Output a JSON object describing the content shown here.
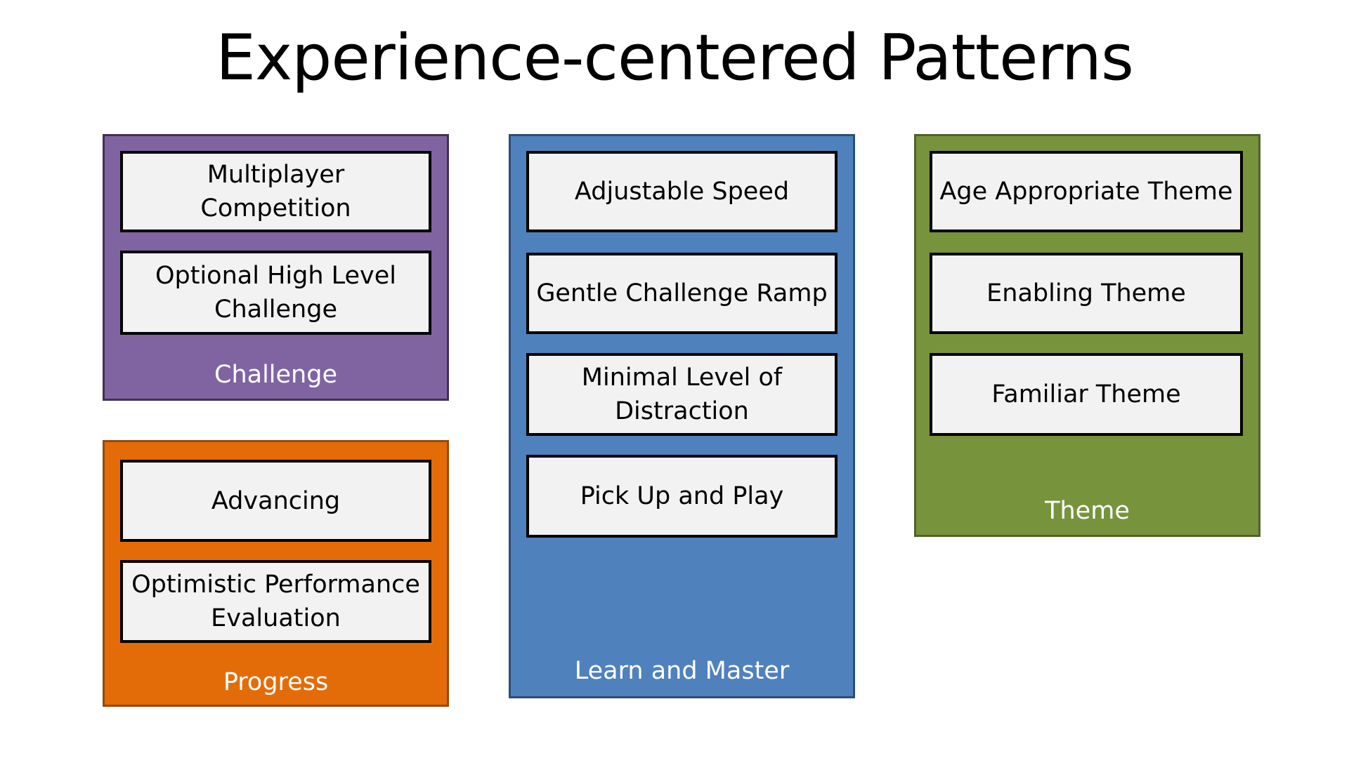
{
  "title": "Experience-centered Patterns",
  "colors": {
    "challenge": "#8064a2",
    "progress": "#e36c09",
    "learn_and_master": "#4f81bd",
    "theme": "#77933c",
    "item_fill": "#f2f2f2",
    "item_border": "#000000"
  },
  "groups": {
    "challenge": {
      "label": "Challenge",
      "items": [
        "Multiplayer Competition",
        "Optional High Level Challenge"
      ]
    },
    "progress": {
      "label": "Progress",
      "items": [
        "Advancing",
        "Optimistic Performance Evaluation"
      ]
    },
    "learn_and_master": {
      "label": "Learn and Master",
      "items": [
        "Adjustable Speed",
        "Gentle Challenge Ramp",
        "Minimal Level of Distraction",
        "Pick Up and Play"
      ]
    },
    "theme": {
      "label": "Theme",
      "items": [
        "Age Appropriate Theme",
        "Enabling Theme",
        "Familiar Theme"
      ]
    }
  }
}
